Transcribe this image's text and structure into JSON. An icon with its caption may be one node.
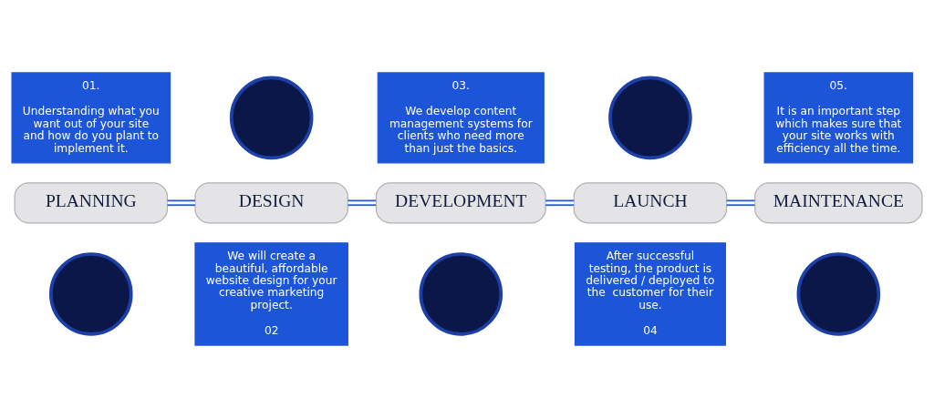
{
  "diagram": {
    "nodes": [
      {
        "text": [
          "PLANNING"
        ]
      },
      {
        "text": [
          "DESIGN"
        ]
      },
      {
        "text": [
          "DEVELOPMENT"
        ]
      },
      {
        "text": [
          "LAUNCH"
        ]
      },
      {
        "text": [
          "MAINTENANCE"
        ]
      },
      {
        "text": [
          "01.",
          "Understanding what you want out of your site and how do you plant to implement it."
        ]
      },
      {
        "text": [],
        "shape": "circle"
      },
      {
        "text": [
          "03.",
          "We develop content management systems for clients who need more than just the basics."
        ]
      },
      {
        "text": [],
        "shape": "circle"
      },
      {
        "text": [
          "05.",
          "It is an important step which makes sure that your site works with efficiency all the time."
        ]
      },
      {
        "text": [],
        "shape": "circle"
      },
      {
        "text": [
          "We will create a beautiful, affordable website design for your creative marketing project.",
          "02"
        ]
      },
      {
        "text": [],
        "shape": "circle"
      },
      {
        "text": [
          "After successful testing, the product is delivered / deployed to the  customer for their use.",
          "04"
        ]
      },
      {
        "text": [],
        "shape": "circle"
      }
    ],
    "edges": [
      {
        "from": 0,
        "to": 1,
        "arrow": "none"
      },
      {
        "from": 1,
        "to": 2,
        "arrow": "none"
      },
      {
        "from": 2,
        "to": 3,
        "arrow": "none"
      },
      {
        "from": 3,
        "to": 4,
        "arrow": "none"
      }
    ]
  }
}
